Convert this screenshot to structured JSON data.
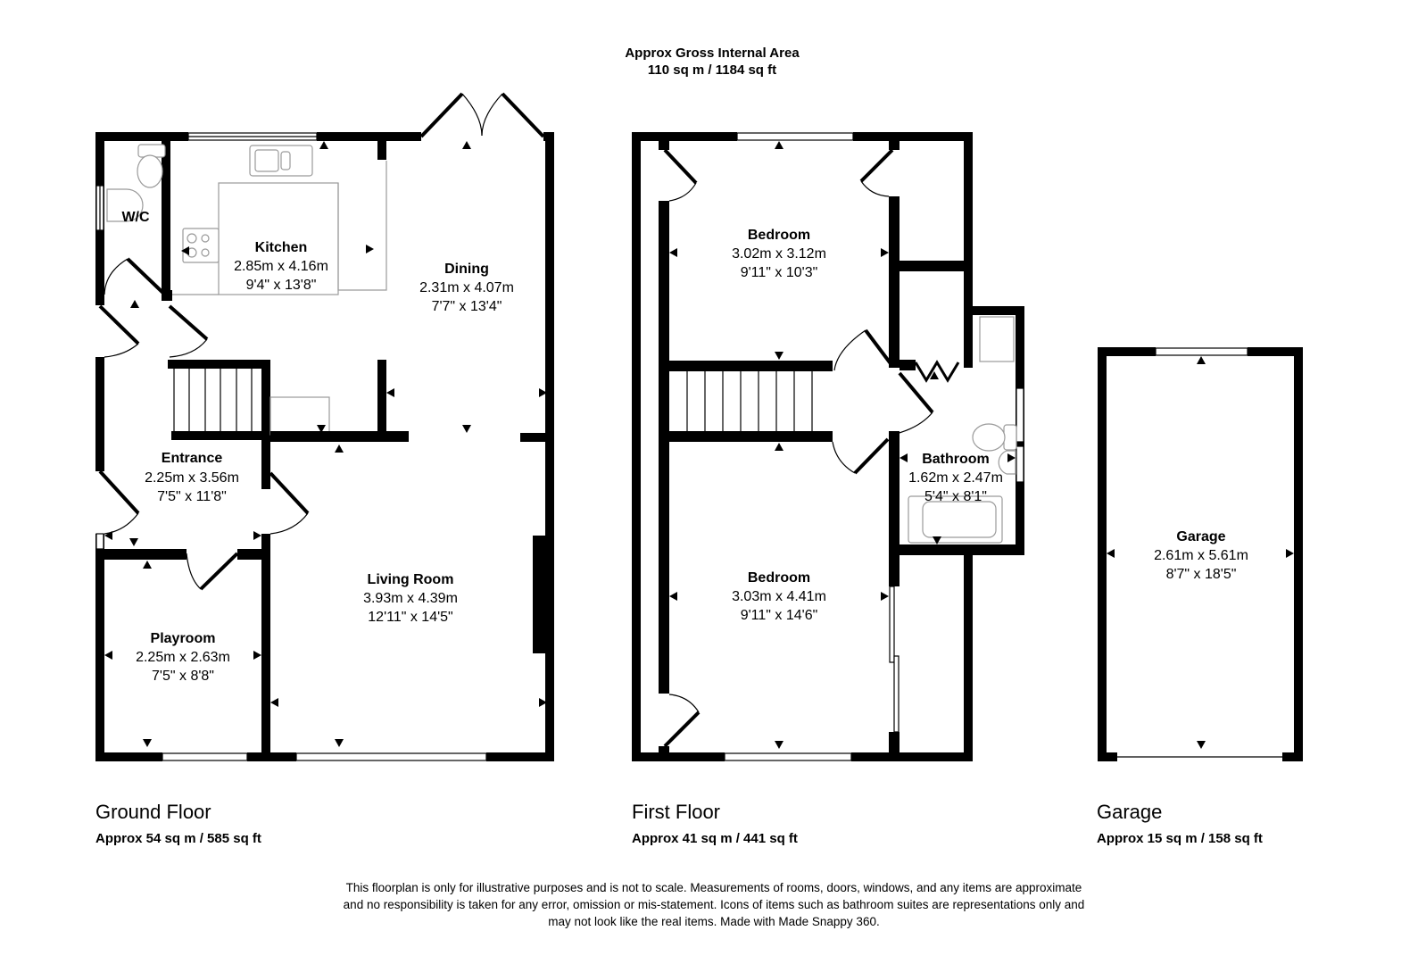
{
  "header": {
    "line1": "Approx Gross Internal Area",
    "line2": "110 sq m / 1184 sq ft"
  },
  "floors": [
    {
      "name": "Ground Floor",
      "area": "Approx 54 sq m / 585 sq ft",
      "rooms": [
        {
          "name": "W/C",
          "metric": "",
          "imperial": ""
        },
        {
          "name": "Kitchen",
          "metric": "2.85m x 4.16m",
          "imperial": "9'4\" x 13'8\""
        },
        {
          "name": "Dining",
          "metric": "2.31m x 4.07m",
          "imperial": "7'7\" x 13'4\""
        },
        {
          "name": "Entrance",
          "metric": "2.25m x 3.56m",
          "imperial": "7'5\" x 11'8\""
        },
        {
          "name": "Living Room",
          "metric": "3.93m x 4.39m",
          "imperial": "12'11\" x 14'5\""
        },
        {
          "name": "Playroom",
          "metric": "2.25m x 2.63m",
          "imperial": "7'5\" x 8'8\""
        }
      ]
    },
    {
      "name": "First Floor",
      "area": "Approx 41 sq m / 441 sq ft",
      "rooms": [
        {
          "name": "Bedroom",
          "metric": "3.02m x 3.12m",
          "imperial": "9'11\" x 10'3\""
        },
        {
          "name": "Bathroom",
          "metric": "1.62m x 2.47m",
          "imperial": "5'4\" x 8'1\""
        },
        {
          "name": "Bedroom",
          "metric": "3.03m x 4.41m",
          "imperial": "9'11\" x 14'6\""
        }
      ]
    },
    {
      "name": "Garage",
      "area": "Approx 15 sq m / 158 sq ft",
      "rooms": [
        {
          "name": "Garage",
          "metric": "2.61m x 5.61m",
          "imperial": "8'7\" x 18'5\""
        }
      ]
    }
  ],
  "disclaimer": {
    "line1": "This floorplan is only for illustrative purposes and is not to scale. Measurements of rooms, doors, windows, and any items are approximate",
    "line2": "and no responsibility is taken for any error, omission or mis-statement. Icons of items such as bathroom suites are representations only and",
    "line3": "may not look like the real items. Made with Made Snappy 360."
  },
  "colors": {
    "wall": "#000000",
    "fixture": "#9a9a9a",
    "background": "#ffffff"
  }
}
